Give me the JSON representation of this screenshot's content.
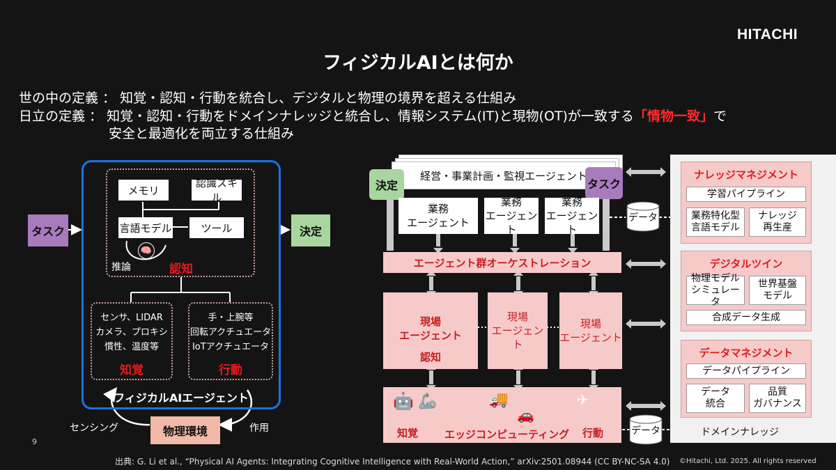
{
  "brand": "HITACHI",
  "title": "フィジカルAIとは何か",
  "definitions": {
    "line1": "世の中の定義 ： 知覚・認知・行動を統合し、デジタルと物理の境界を超える仕組み",
    "line2_pre": "日立の定義 ： 知覚・認知・行動をドメインナレッジと統合し、情報システム(IT)と現物(OT)が一致する",
    "line2_highlight": "「情物一致」",
    "line2_post": "で",
    "line3": "安全と最適化を両立する仕組み"
  },
  "left_diagram": {
    "task": "タスク",
    "decision": "決定",
    "memory": "メモリ",
    "cognitive_skill": "認識スキル",
    "language_model": "言語モデル",
    "tool": "ツール",
    "reasoning": "推論",
    "cognition": "認知",
    "perception_items": [
      "センサ、LIDAR",
      "カメラ、プロキシ",
      "慣性、温度等"
    ],
    "perception": "知覚",
    "action_items": [
      "手・上腕等",
      "回転アクチュエータ",
      "IoTアクチュエータ"
    ],
    "action": "行動",
    "agent_label": "フィジカルAIエージェント",
    "sensing": "センシング",
    "environment": "物理環境",
    "actuation": "作用"
  },
  "center_diagram": {
    "decision": "決定",
    "task": "タスク",
    "management_agent": "経営・事業計画・監視エージェント",
    "business_agents": [
      "業務\nエージェント",
      "業務\nエージェント",
      "業務\nエージェント"
    ],
    "data_top": "データ",
    "orchestration": "エージェント群オーケストレーション",
    "field_agents": [
      "現場\nエージェント",
      "現場\nエージェント",
      "現場\nエージェント"
    ],
    "field_cognition": "認知",
    "edge_perception": "知覚",
    "edge_computing": "エッジコンピューティング",
    "edge_action": "行動",
    "data_bottom": "データ"
  },
  "right_panel": {
    "knowledge_title": "ナレッジマネジメント",
    "learning_pipeline": "学習パイプライン",
    "domain_llm": "業務特化型\n言語モデル",
    "knowledge_regen": "ナレッジ\n再生産",
    "twin_title": "デジタルツイン",
    "physics_sim": "物理モデル\nシミュレータ",
    "world_model": "世界基盤\nモデル",
    "synthetic_data": "合成データ生成",
    "data_title": "データマネジメント",
    "data_pipeline": "データパイプライン",
    "data_integration": "データ\n統合",
    "quality_gov": "品質\nガバナンス",
    "domain_knowledge": "ドメインナレッジ"
  },
  "footer": {
    "page": "9",
    "source": "出典: G. Li et al., “Physical AI Agents: Integrating Cognitive Intelligence with Real-World Action,” arXiv:2501.08944 (CC BY-NC-SA 4.0)",
    "copyright": "©Hitachi, Ltd. 2025. All rights reserved"
  },
  "colors": {
    "background": "#151414",
    "accent_red": "#e21b1b",
    "agent_border": "#1a73e8",
    "task_purple": "#a87bbd",
    "decision_green": "#a8d5a0",
    "env_pink": "#f2b8a8",
    "pink_fill": "#f7caca"
  }
}
